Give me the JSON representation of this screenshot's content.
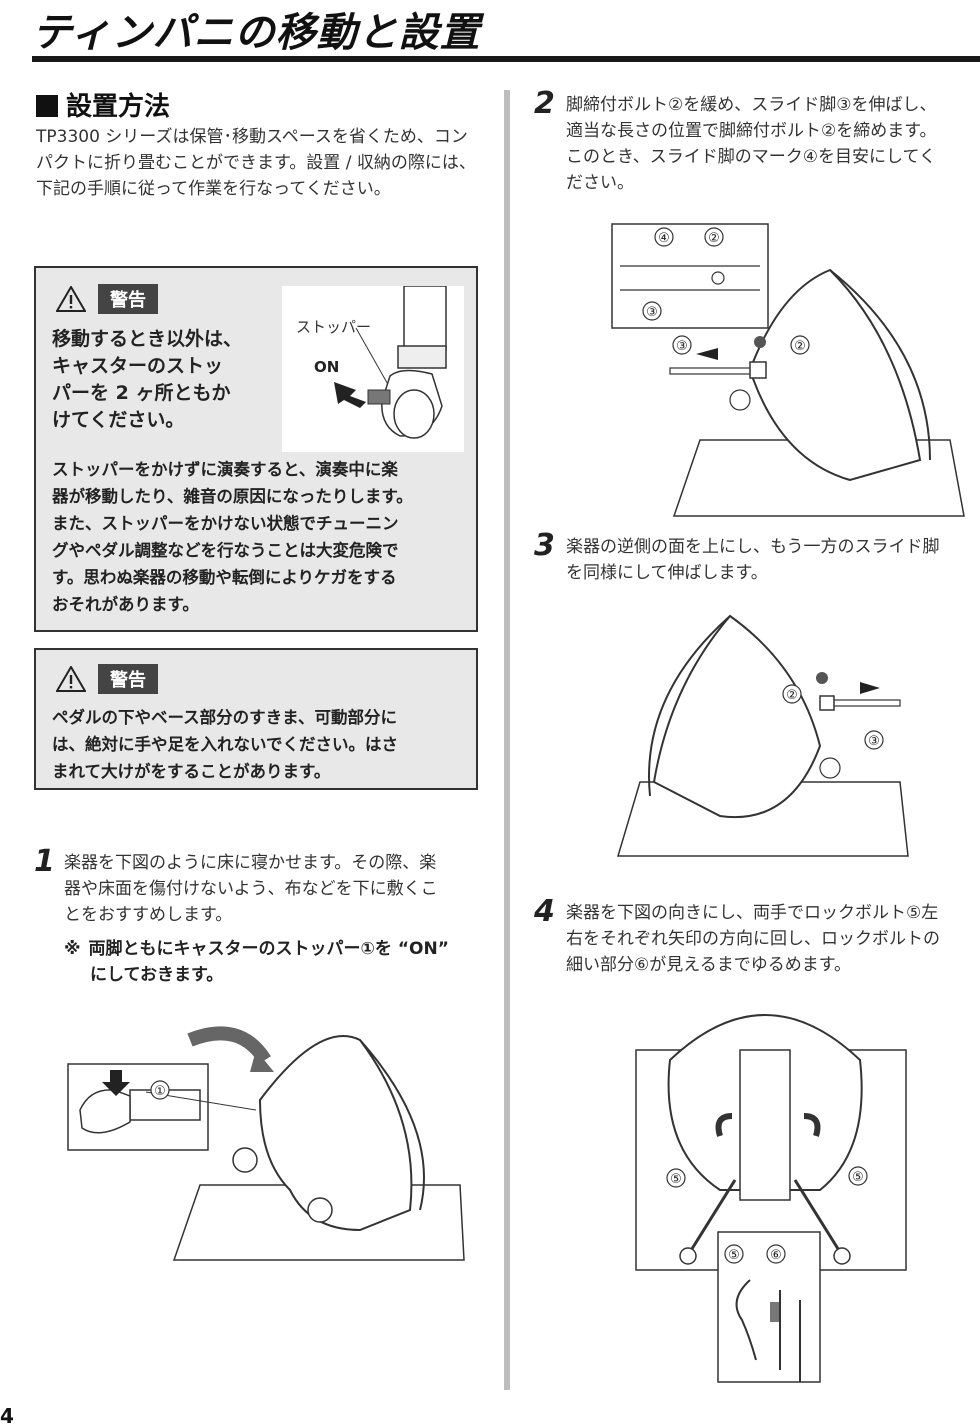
{
  "page": {
    "title": "ティンパニの移動と設置",
    "page_number": "4"
  },
  "section": {
    "heading": "設置方法",
    "intro": "TP3300 シリーズは保管･移動スペースを省くため、コンパクトに折り畳むことができます。設置 / 収納の際には、下記の手順に従って作業を行なってください。"
  },
  "warning1": {
    "badge": "警告",
    "lead": "移動するとき以外は、キャスターのストッパーを 2 ヶ所ともかけてください。",
    "lead_lines": [
      "移動するとき以外は、",
      "キャスターのストッ",
      "パーを 2 ヶ所ともか",
      "けてください。"
    ],
    "inset_label_stopper": "ストッパー",
    "inset_label_on": "ON",
    "body_lines": [
      "ストッパーをかけずに演奏すると、演奏中に楽",
      "器が移動したり、雑音の原因になったりします。",
      "また、ストッパーをかけない状態でチューニン",
      "グやペダル調整などを行なうことは大変危険で",
      "す。思わぬ楽器の移動や転倒によりケガをする",
      "おそれがあります。"
    ]
  },
  "warning2": {
    "badge": "警告",
    "body_lines": [
      "ペダルの下やベース部分のすきま、可動部分に",
      "は、絶対に手や足を入れないでください。はさ",
      "まれて大けがをすることがあります。"
    ]
  },
  "steps": [
    {
      "number": "1",
      "lines": [
        "楽器を下図のように床に寝かせます。その際、楽",
        "器や床面を傷付けないよう、布などを下に敷くこ",
        "とをおすすめします。"
      ],
      "note_mark": "※",
      "note_lines": [
        "両脚ともにキャスターのストッパー①を “ON”",
        "にしておきます。"
      ],
      "callouts": [
        "①"
      ]
    },
    {
      "number": "2",
      "lines": [
        "脚締付ボルト②を緩め、スライド脚③を伸ばし、",
        "適当な長さの位置で脚締付ボルト②を締めます。",
        "このとき、スライド脚のマーク④を目安にしてく",
        "ださい。"
      ],
      "callouts": [
        "④",
        "②",
        "③",
        "③",
        "②"
      ]
    },
    {
      "number": "3",
      "lines": [
        "楽器の逆側の面を上にし、もう一方のスライド脚",
        "を同様にして伸ばします。"
      ],
      "callouts": [
        "②",
        "③"
      ]
    },
    {
      "number": "4",
      "lines": [
        "楽器を下図の向きにし、両手でロックボルト⑤左",
        "右をそれぞれ矢印の方向に回し、ロックボルトの",
        "細い部分⑥が見えるまでゆるめます。"
      ],
      "callouts": [
        "⑤",
        "⑤",
        "⑤",
        "⑥"
      ]
    }
  ],
  "icons": {
    "warning": "warning-triangle-icon"
  }
}
